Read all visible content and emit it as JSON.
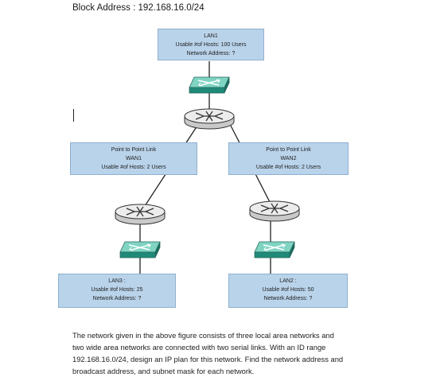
{
  "block_address": {
    "label": "Block Address :",
    "value": "192.168.16.0/24"
  },
  "lan1": {
    "title": "LAN1",
    "hosts": "Usable #of Hosts: 100 Users",
    "network": "Network Address: ?"
  },
  "wan1": {
    "title_line1": "Point to Point Link",
    "title_line2": "WAN1",
    "hosts": "Usable #of Hosts: 2 Users"
  },
  "wan2": {
    "title_line1": "Point to Point Link",
    "title_line2": "WAN2",
    "hosts": "Usable #of Hosts: 2 Users"
  },
  "lan3": {
    "title": "LAN3 :",
    "hosts": "Usable #of Hosts: 25",
    "network": "Network Address: ?"
  },
  "lan2": {
    "title": "LAN2 :",
    "hosts": "Usable #of Hosts: 50",
    "network": "Network Address: ?"
  },
  "description": {
    "line1": "The network given in the above figure consists of three local area networks and",
    "line2": "two wide area networks are connected with two serial links. With an ID range",
    "line3": "192.168.16.0/24, design an IP plan for this network. Find the network address and",
    "line4": "broadcast address, and subnet mask for each network."
  },
  "colors": {
    "box_fill": "#b9d3ea",
    "switch_top": "#7fd4c2",
    "switch_side": "#1f8a78",
    "router_fill": "#e6e6e6"
  }
}
